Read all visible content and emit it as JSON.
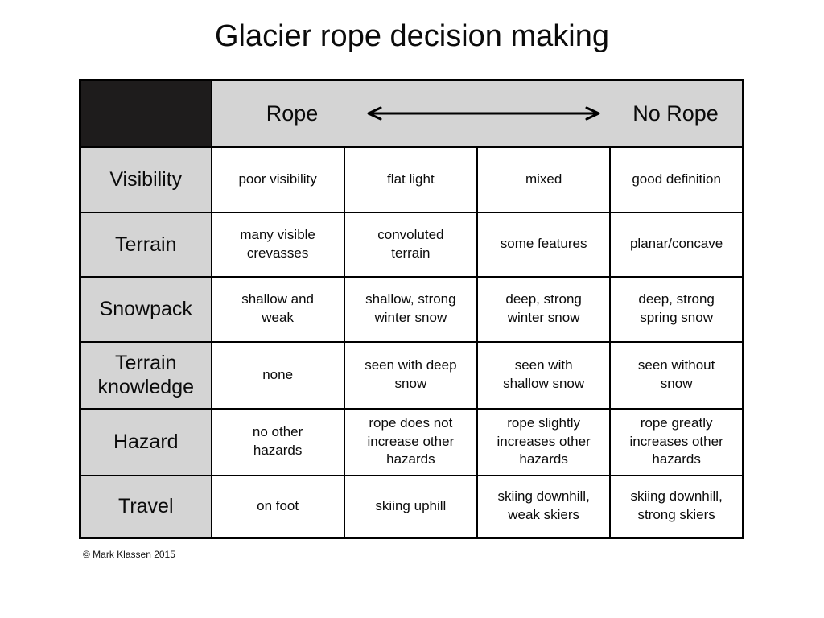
{
  "title": "Glacier rope decision making",
  "footer": {
    "copyright": "© Mark Klassen 2015"
  },
  "colors": {
    "corner_cell": "#1e1c1c",
    "header_gray": "#d4d4d4",
    "cell_bg": "#ffffff",
    "border": "#000000",
    "background": "#ffffff"
  },
  "table": {
    "spectrum": {
      "left_label": "Rope",
      "right_label": "No Rope",
      "arrow_icon": "left-right-arrow"
    },
    "rows": [
      {
        "label": "Visibility",
        "cells": [
          "poor visibility",
          "flat light",
          "mixed",
          "good definition"
        ]
      },
      {
        "label": "Terrain",
        "cells": [
          "many visible\ncrevasses",
          "convoluted\nterrain",
          "some features",
          "planar/concave"
        ]
      },
      {
        "label": "Snowpack",
        "cells": [
          "shallow and\nweak",
          "shallow, strong\nwinter snow",
          "deep, strong\nwinter snow",
          "deep, strong\nspring snow"
        ]
      },
      {
        "label": "Terrain\nknowledge",
        "cells": [
          "none",
          "seen with deep\nsnow",
          "seen with\nshallow snow",
          "seen without\nsnow"
        ]
      },
      {
        "label": "Hazard",
        "cells": [
          "no other hazards",
          "rope does not\nincrease other\nhazards",
          "rope slightly\nincreases other\nhazards",
          "rope greatly\nincreases other\nhazards"
        ]
      },
      {
        "label": "Travel",
        "cells": [
          "on foot",
          "skiing uphill",
          "skiing downhill,\nweak skiers",
          "skiing downhill,\nstrong skiers"
        ]
      }
    ]
  }
}
